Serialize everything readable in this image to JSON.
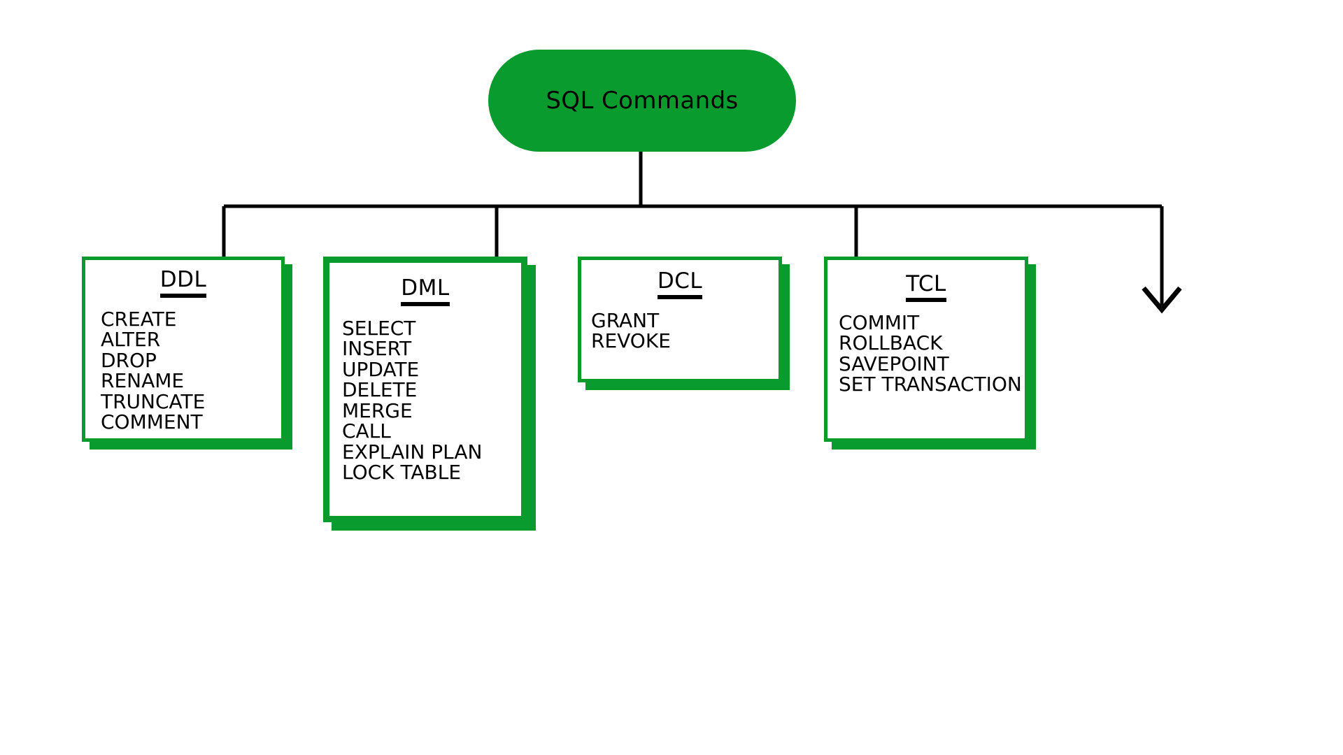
{
  "diagram": {
    "title": "SQL Commands",
    "root": {
      "label": "SQL Commands",
      "fill_color": "#0a9b2e",
      "text_color": "#000000",
      "shape": "rounded-pill"
    },
    "connector_color": "#000000",
    "box_border_color": "#0a9b2e",
    "box_fill_color": "#ffffff",
    "box_shadow_color": "#0a9b2e",
    "categories": [
      {
        "id": "ddl",
        "title": "DDL",
        "items": [
          "CREATE",
          "ALTER",
          "DROP",
          "RENAME",
          "TRUNCATE",
          "COMMENT"
        ]
      },
      {
        "id": "dml",
        "title": "DML",
        "items": [
          "SELECT",
          "INSERT",
          "UPDATE",
          "DELETE",
          "MERGE",
          "CALL",
          "EXPLAIN PLAN",
          "LOCK TABLE"
        ]
      },
      {
        "id": "dcl",
        "title": "DCL",
        "items": [
          "GRANT",
          "REVOKE"
        ]
      },
      {
        "id": "tcl",
        "title": "TCL",
        "items": [
          "COMMIT",
          "ROLLBACK",
          "SAVEPOINT",
          "SET TRANSACTION"
        ]
      }
    ]
  }
}
